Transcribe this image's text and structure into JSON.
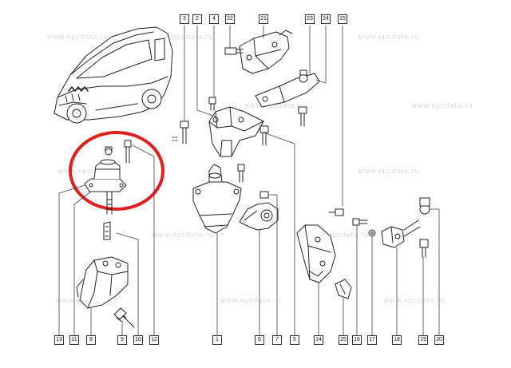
{
  "watermark": "www.epcdata.ru",
  "callouts": {
    "c3": "3",
    "c2": "2",
    "c4": "4",
    "c22": "22",
    "c21": "21",
    "c23": "23",
    "c24": "24",
    "c15": "15",
    "c13": "13",
    "c11": "11",
    "c8": "8",
    "c9": "9",
    "c10": "10",
    "c12": "12",
    "c1": "1",
    "c6": "6",
    "c7": "7",
    "c5": "5",
    "c14": "14",
    "c25": "25",
    "c16": "16",
    "c17": "17",
    "c18": "18",
    "c19": "19",
    "c20": "20"
  },
  "highlight_color": "#e0201c"
}
